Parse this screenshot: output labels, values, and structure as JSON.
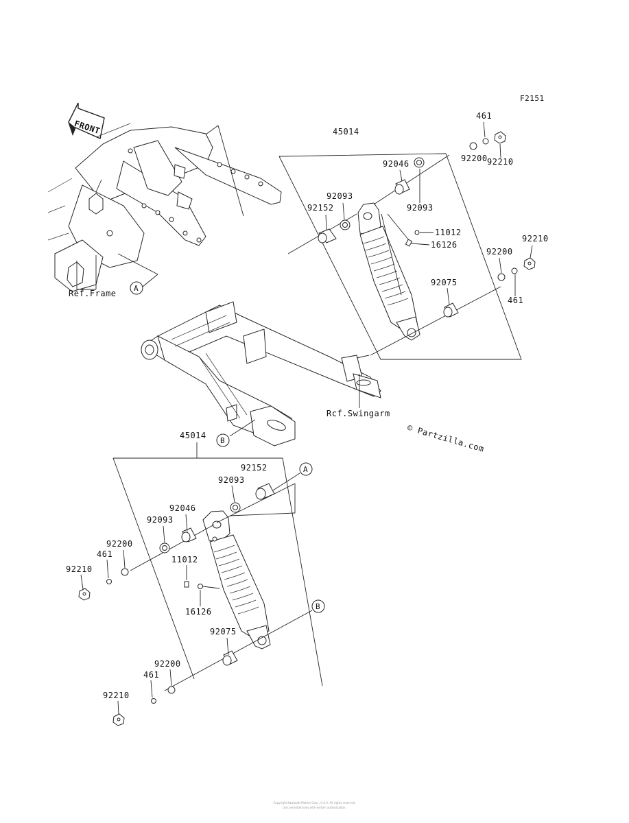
{
  "figure_code": "F2151",
  "callouts": {
    "A": "A",
    "B": "B"
  },
  "front_label": "FRONT",
  "ref_frame": "Ref.Frame",
  "ref_swingarm": "Rcf.Swingarm",
  "watermark": "© Partzilla.com",
  "upper_assembly": {
    "assy": "45014",
    "p461_top": "461",
    "p92210_top": "92210",
    "p92200_top": "92200",
    "p92046": "92046",
    "p92093_a": "92093",
    "p92093_b": "92093",
    "p92152": "92152",
    "p11012": "11012",
    "p16126": "16126",
    "p92210_bot": "92210",
    "p92200_bot": "92200",
    "p92075": "92075",
    "p461_bot": "461"
  },
  "lower_assembly": {
    "assy": "45014",
    "p92152": "92152",
    "p92093_a": "92093",
    "p92046": "92046",
    "p92093_b": "92093",
    "p92200_top": "92200",
    "p461_top": "461",
    "p92210_top": "92210",
    "p11012": "11012",
    "p16126": "16126",
    "p92075": "92075",
    "p92200_bot": "92200",
    "p461_bot": "461",
    "p92210_bot": "92210"
  },
  "footer_line1": "Copyright Kawasaki Motors Corp., U.S.A. All rights reserved.",
  "footer_line2": "Use permitted only with written authorization."
}
